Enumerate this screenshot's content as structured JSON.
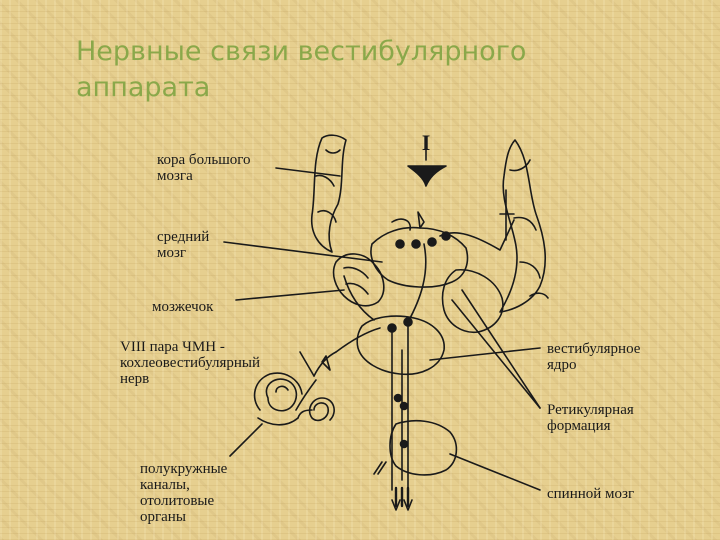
{
  "slide": {
    "title": "Нервные связи вестибулярного аппарата"
  },
  "diagram": {
    "marker": "I",
    "labels": {
      "cortex": "кора большого\nмозга",
      "midbrain": "средний\nмозг",
      "cerebellum": "мозжечок",
      "nerve": "VIII пара ЧМН -\nкохлеовестибулярный\nнерв",
      "canals": "полукружные\nканалы,\nотолитовые\nорганы",
      "nucleus": "вестибулярное\nядро",
      "reticular": "Ретикулярная\nформация",
      "spinal": "спинной мозг"
    }
  }
}
